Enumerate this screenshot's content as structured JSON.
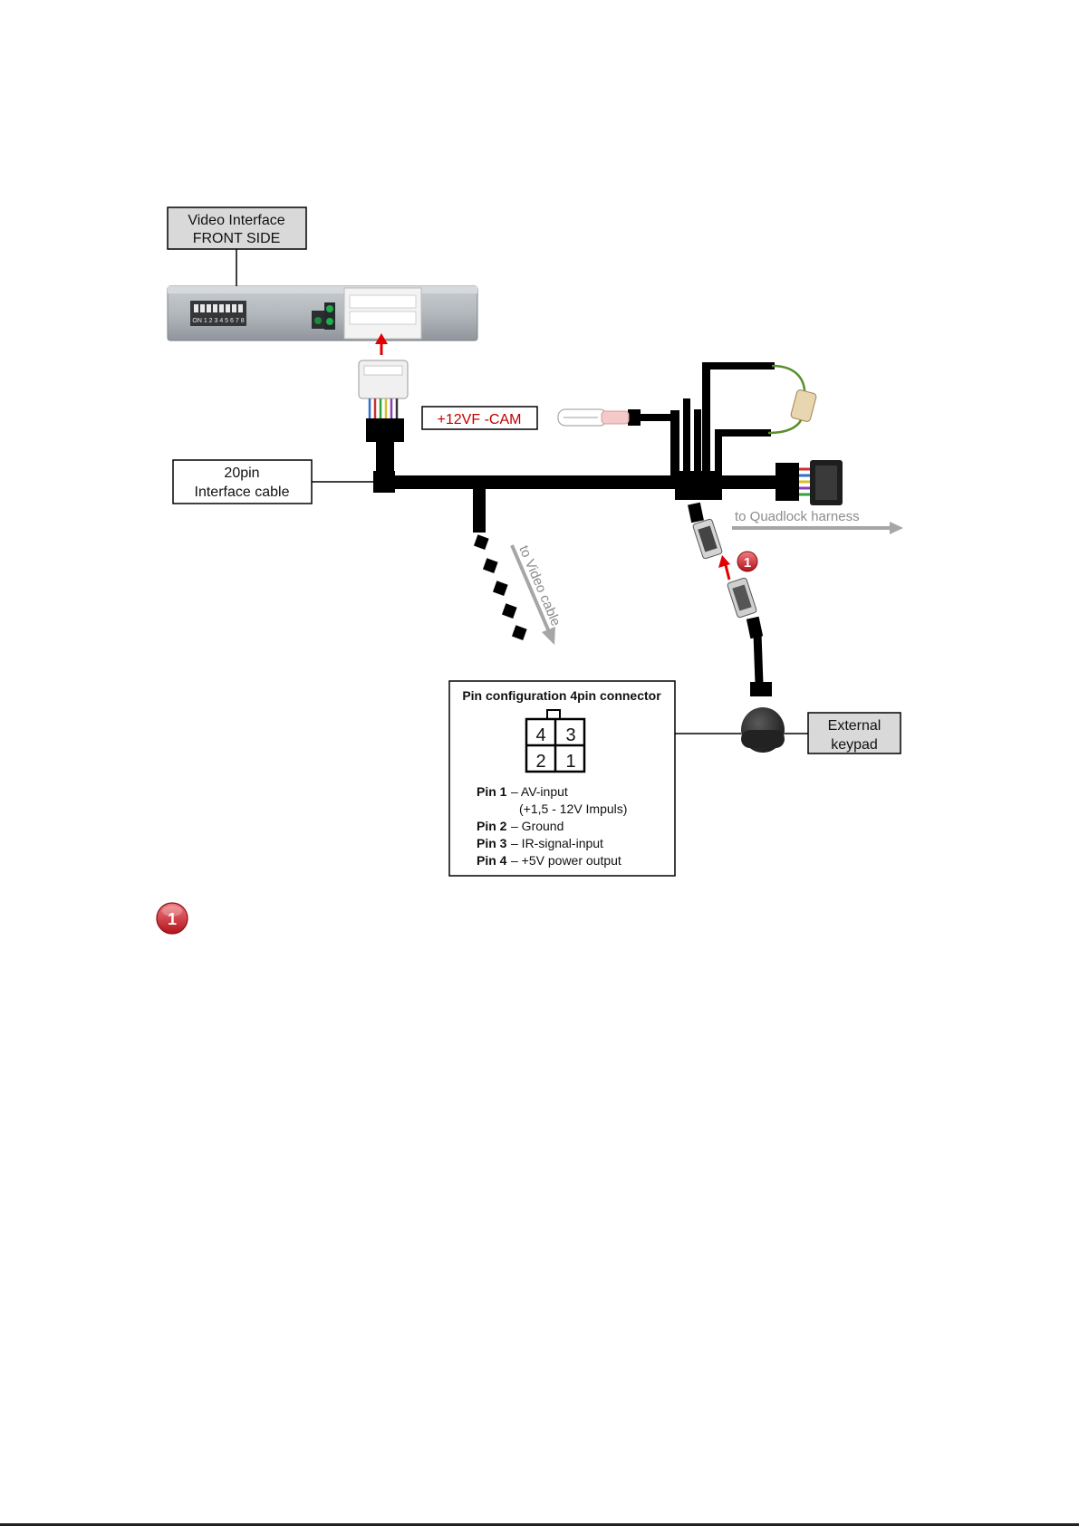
{
  "labels": {
    "video_interface": [
      "Video Interface",
      "FRONT SIDE"
    ],
    "interface_cable": [
      "20pin",
      "Interface cable"
    ],
    "cam_power": "+12VF -CAM",
    "to_quadlock": "to Quadlock harness",
    "to_video_cable": "to Video cable",
    "external_keypad": [
      "External",
      "keypad"
    ],
    "dip_switch": "ON 1 2 3 4 5 6 7 8"
  },
  "pin_box": {
    "title": "Pin configuration 4pin connector",
    "connector_pins": [
      "4",
      "3",
      "2",
      "1"
    ],
    "pins": [
      {
        "label": "Pin 1",
        "desc": "– AV-input",
        "extra": "(+1,5 - 12V Impuls)"
      },
      {
        "label": "Pin 2",
        "desc": "– Ground"
      },
      {
        "label": "Pin 3",
        "desc": "– IR-signal-input"
      },
      {
        "label": "Pin 4",
        "desc": "– +5V power output"
      }
    ]
  },
  "markers": {
    "step_number": "1"
  },
  "colors": {
    "cable": "#000000",
    "arrow_red": "#e00000",
    "arrow_grey": "#a6a6a6",
    "label_red": "#c00000",
    "box_fill_grey": "#d9d9d9",
    "fuse_wire_green": "#5a8f2e",
    "badge_red": "#d9262e"
  }
}
